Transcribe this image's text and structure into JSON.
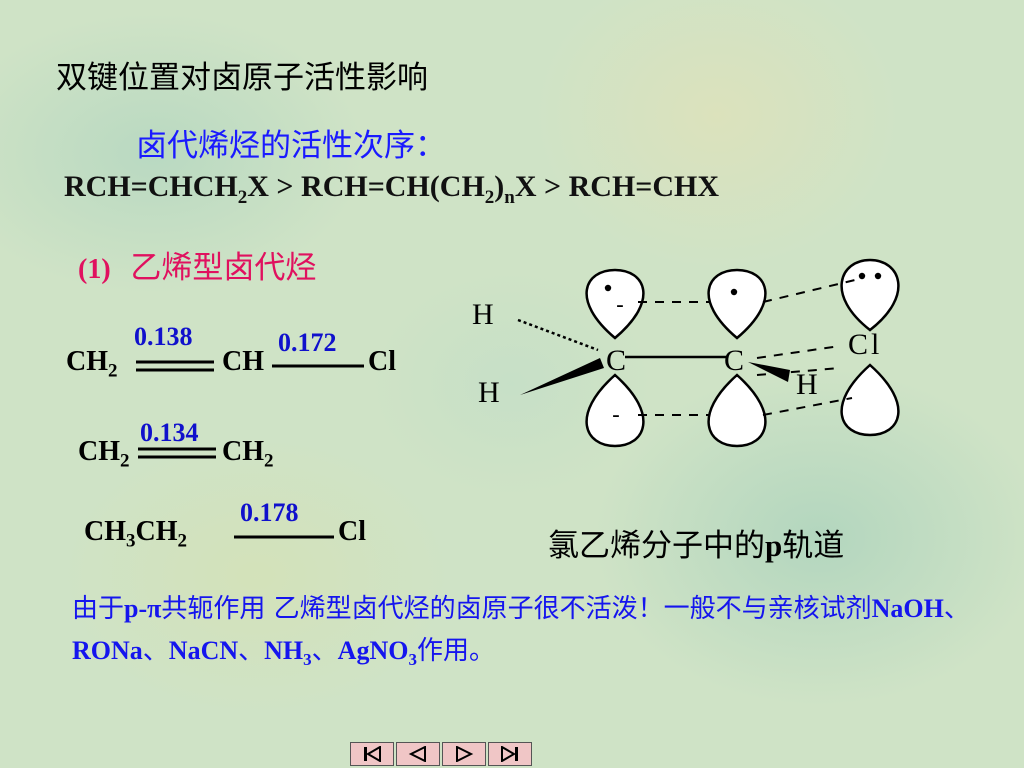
{
  "title": "双键位置对卤原子活性影响",
  "subtitle": "卤代烯烃的活性次序：",
  "order": {
    "a1": "RCH=CHCH",
    "a_sub": "2",
    "a2": "X > RCH=CH(CH",
    "b_sub1": "2",
    "b2": ")",
    "b_sub2": "n",
    "b3": "X > RCH=CHX"
  },
  "section": {
    "num": "(1)",
    "label": "乙烯型卤代烃"
  },
  "molecules": {
    "m1": {
      "left": "CH",
      "left_sub": "2",
      "mid": "CH",
      "right": "Cl",
      "len1": "0.138",
      "len2": "0.172"
    },
    "m2": {
      "left": "CH",
      "left_sub": "2",
      "right": "CH",
      "right_sub": "2",
      "len": "0.134"
    },
    "m3": {
      "left": "CH",
      "left_sub": "3",
      "mid": "CH",
      "mid_sub": "2",
      "right": "Cl",
      "len": "0.178"
    }
  },
  "orbital_diagram": {
    "atom_c1": "C",
    "atom_c2": "C",
    "atom_cl": "Cl",
    "h1": "H",
    "h2": "H",
    "h3": "H",
    "minus": "-"
  },
  "caption": {
    "text": "氯乙烯分子中的",
    "p": "p",
    "tail": "轨道"
  },
  "paragraph": {
    "t1": "由于",
    "b1": "p-π",
    "t2": "共轭作用 乙烯型卤代烃的卤原子很不活泼！一般不与亲核试剂",
    "b2": "NaOH",
    "t3": "、",
    "b3": "RONa",
    "t4": "、",
    "b4": "NaCN",
    "t5": "、",
    "b5": "NH",
    "b5_sub": "3",
    "t6": "、",
    "b6": "AgNO",
    "b6_sub": "3",
    "t7": "作用。"
  },
  "nav": {
    "first": "first-slide",
    "prev": "previous-slide",
    "next": "next-slide",
    "last": "last-slide"
  }
}
